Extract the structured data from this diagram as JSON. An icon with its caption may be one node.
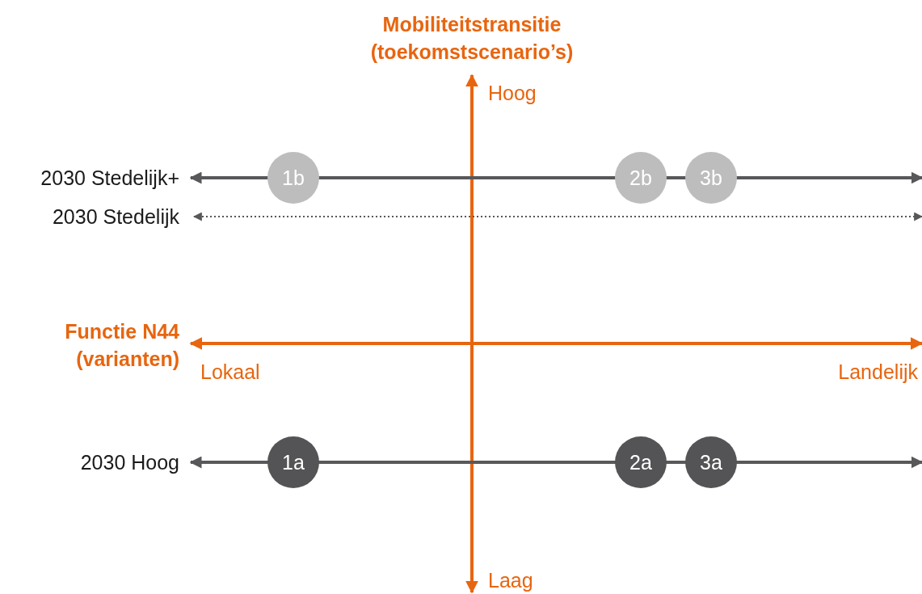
{
  "diagram": {
    "nodes": [
      {
        "text": [
          "1b"
        ]
      },
      {
        "text": [
          "2b"
        ]
      },
      {
        "text": [
          "3b"
        ]
      },
      {
        "text": [
          "1a"
        ]
      },
      {
        "text": [
          "2a"
        ]
      },
      {
        "text": [
          "3a"
        ]
      }
    ],
    "labels": [
      "Mobiliteitstransitie (toekomstscenario’s)",
      "Hoog",
      "2030 Stedelijk+",
      "2030 Stedelijk",
      "Functie N44 (varianten)",
      "Lokaal",
      "Landelijk",
      "2030 Hoog",
      "Laag"
    ]
  }
}
